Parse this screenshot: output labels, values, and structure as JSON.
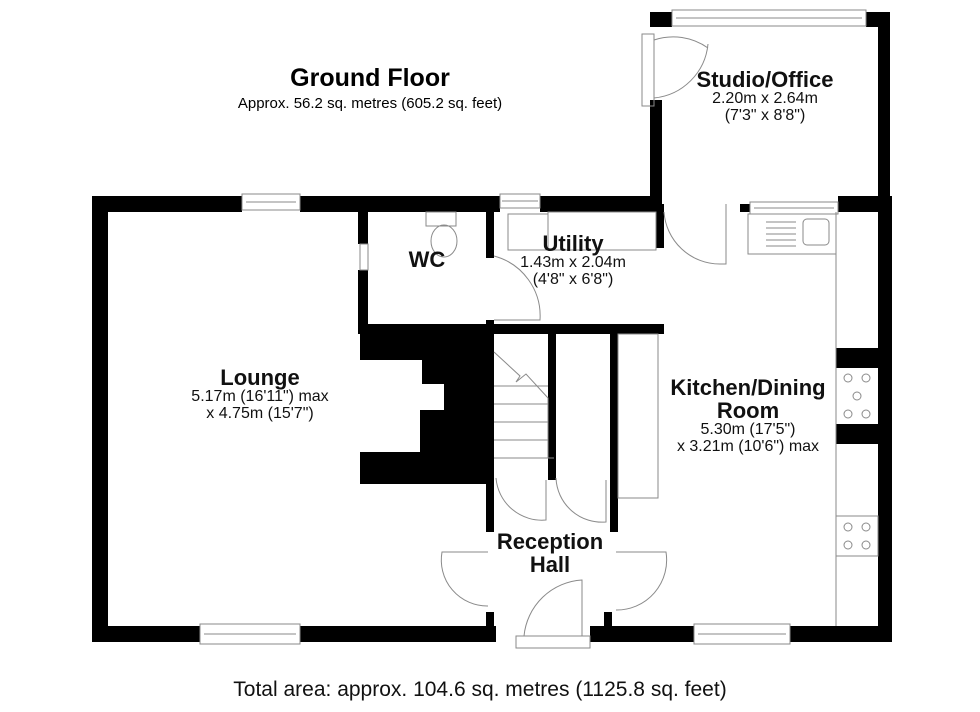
{
  "floor": {
    "title": "Ground Floor",
    "area": "Approx. 56.2 sq. metres (605.2 sq. feet)"
  },
  "rooms": [
    {
      "id": "studio",
      "name": "Studio/Office",
      "dim1": "2.20m x 2.64m",
      "dim2": "(7'3\" x 8'8\")"
    },
    {
      "id": "wc",
      "name": "WC"
    },
    {
      "id": "utility",
      "name": "Utility",
      "dim1": "1.43m x 2.04m",
      "dim2": "(4'8\" x 6'8\")"
    },
    {
      "id": "lounge",
      "name": "Lounge",
      "dim1": "5.17m (16'11\") max",
      "dim2": "x 4.75m (15'7\")"
    },
    {
      "id": "kitchen",
      "name": "Kitchen/Dining",
      "name2": "Room",
      "dim1": "5.30m (17'5\")",
      "dim2": "x 3.21m (10'6\") max"
    },
    {
      "id": "hall",
      "name": "Reception",
      "name2": "Hall"
    }
  ],
  "footer": {
    "total_area": "Total area: approx. 104.6 sq. metres (1125.8 sq. feet)"
  },
  "colors": {
    "wall": "#000000",
    "line": "#8a8a8a",
    "background": "#ffffff"
  }
}
